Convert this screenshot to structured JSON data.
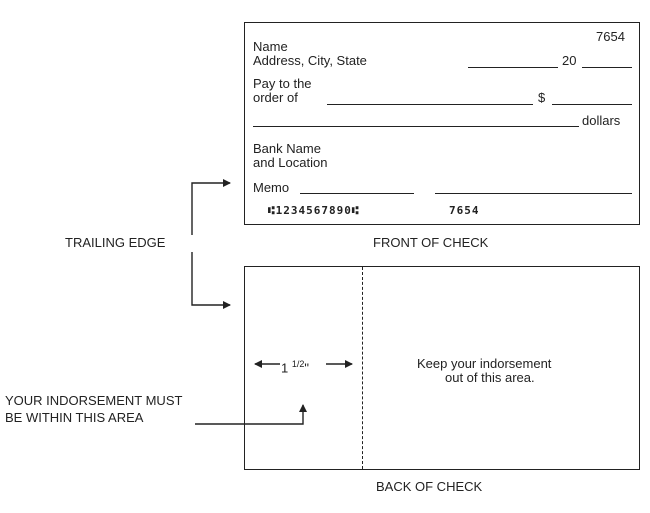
{
  "front": {
    "check_number": "7654",
    "name": "Name",
    "address": "Address, City, State",
    "year_prefix": "20",
    "pay_line1": "Pay to the",
    "pay_line2": "order of",
    "dollar_sign": "$",
    "dollars": "dollars",
    "bank_line1": "Bank Name",
    "bank_line2": "and Location",
    "memo": "Memo",
    "micr_routing": "⑆1234567890⑆",
    "micr_check": "7654",
    "caption": "FRONT OF CHECK"
  },
  "back": {
    "width_label_main": "1 ",
    "width_label_frac": "1/2",
    "width_label_unit": "\"",
    "keep_out_line1": "Keep your indorsement",
    "keep_out_line2": "out of this area.",
    "caption": "BACK OF CHECK"
  },
  "labels": {
    "trailing_edge": "TRAILING EDGE",
    "indorse_line1": "YOUR INDORSEMENT MUST",
    "indorse_line2": "BE WITHIN THIS AREA"
  }
}
